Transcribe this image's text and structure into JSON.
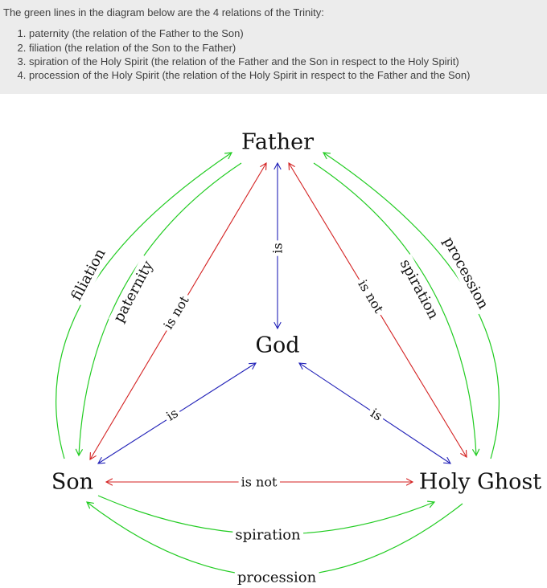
{
  "banner": {
    "intro": "The green lines in the diagram below are the 4 relations of the Trinity:",
    "items": [
      "paternity (the relation of the Father to the Son)",
      "filiation (the relation of the Son to the Father)",
      "spiration of the Holy Spirit (the relation of the Father and the Son in respect to the Holy Spirit)",
      "procession of the Holy Spirit (the relation of the Holy Spirit in respect to the Father and the Son)"
    ]
  },
  "diagram": {
    "nodes": {
      "father": "Father",
      "god": "God",
      "son": "Son",
      "holy_ghost": "Holy Ghost"
    },
    "edge_labels": {
      "is_father_god": "is",
      "is_son_god": "is",
      "is_ghost_god": "is",
      "isnot_father_son": "is not",
      "isnot_father_ghost": "is not",
      "isnot_son_ghost": "is not",
      "filiation": "filiation",
      "paternity": "paternity",
      "spiration_right": "spiration",
      "procession_right": "procession",
      "spiration_bottom": "spiration",
      "procession_bottom": "procession"
    },
    "colors": {
      "relation_green": "#22cc22",
      "identity_blue": "#2222b8",
      "distinction_red": "#d42222",
      "banner_bg": "#ececec"
    }
  }
}
